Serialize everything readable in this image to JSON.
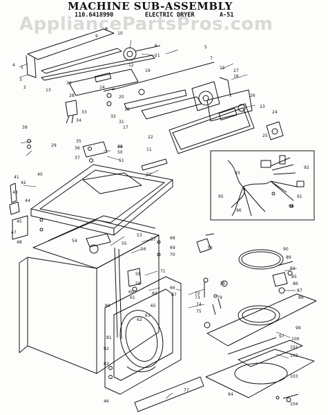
{
  "header": {
    "title": "MACHINE SUB-ASSEMBLY",
    "model_number": "110.6418990",
    "model_type": "ELECTRIC DRYER",
    "page_code": "A-51"
  },
  "watermark": "AppliancePartsPros.com",
  "diagram_labels": [
    {
      "id": "l1",
      "text": "1"
    },
    {
      "id": "l2",
      "text": "2"
    },
    {
      "id": "l3",
      "text": "3"
    },
    {
      "id": "l4",
      "text": "4"
    },
    {
      "id": "l5",
      "text": "5"
    },
    {
      "id": "l6",
      "text": "6"
    },
    {
      "id": "l7",
      "text": "7"
    },
    {
      "id": "l8",
      "text": "8"
    },
    {
      "id": "l9",
      "text": "9"
    },
    {
      "id": "l10",
      "text": "10"
    },
    {
      "id": "l11",
      "text": "11"
    },
    {
      "id": "l12",
      "text": "12"
    },
    {
      "id": "l13",
      "text": "13"
    },
    {
      "id": "l14",
      "text": "14"
    },
    {
      "id": "l15",
      "text": "15"
    },
    {
      "id": "l16",
      "text": "16"
    },
    {
      "id": "l17",
      "text": "17"
    },
    {
      "id": "l18",
      "text": "18"
    },
    {
      "id": "l19",
      "text": "19"
    },
    {
      "id": "l20",
      "text": "20"
    },
    {
      "id": "l21",
      "text": "21"
    },
    {
      "id": "l22",
      "text": "22"
    },
    {
      "id": "l23",
      "text": "23"
    },
    {
      "id": "l24",
      "text": "24"
    },
    {
      "id": "l25",
      "text": "25"
    },
    {
      "id": "l26",
      "text": "26"
    },
    {
      "id": "l27",
      "text": "27"
    },
    {
      "id": "l28",
      "text": "28"
    },
    {
      "id": "l29",
      "text": "29"
    },
    {
      "id": "l30",
      "text": "30"
    },
    {
      "id": "l31",
      "text": "31"
    },
    {
      "id": "l32",
      "text": "32"
    },
    {
      "id": "l33",
      "text": "33"
    },
    {
      "id": "l34",
      "text": "34"
    },
    {
      "id": "l35",
      "text": "35"
    },
    {
      "id": "l36",
      "text": "36"
    },
    {
      "id": "l37",
      "text": "37"
    },
    {
      "id": "l38",
      "text": "38"
    },
    {
      "id": "l39",
      "text": "39"
    },
    {
      "id": "l40",
      "text": "40"
    },
    {
      "id": "l41",
      "text": "41"
    },
    {
      "id": "l42",
      "text": "42"
    },
    {
      "id": "l43",
      "text": "43"
    },
    {
      "id": "l44",
      "text": "44"
    },
    {
      "id": "l45",
      "text": "45"
    },
    {
      "id": "l46",
      "text": "46"
    },
    {
      "id": "l47",
      "text": "47"
    },
    {
      "id": "l48",
      "text": "48"
    },
    {
      "id": "l49",
      "text": "49"
    },
    {
      "id": "l50",
      "text": "50"
    },
    {
      "id": "l51",
      "text": "51"
    },
    {
      "id": "l52",
      "text": "52"
    },
    {
      "id": "l53",
      "text": "53"
    },
    {
      "id": "l54",
      "text": "54"
    },
    {
      "id": "l55",
      "text": "55"
    },
    {
      "id": "l56",
      "text": "56"
    },
    {
      "id": "l57",
      "text": "57"
    },
    {
      "id": "l58",
      "text": "58"
    },
    {
      "id": "l59",
      "text": "59"
    },
    {
      "id": "l60",
      "text": "60"
    },
    {
      "id": "l61",
      "text": "61"
    },
    {
      "id": "l62",
      "text": "62"
    },
    {
      "id": "l63",
      "text": "63"
    },
    {
      "id": "l64",
      "text": "64"
    },
    {
      "id": "l65",
      "text": "65"
    },
    {
      "id": "l66",
      "text": "66"
    },
    {
      "id": "l67",
      "text": "67"
    },
    {
      "id": "l68",
      "text": "68"
    },
    {
      "id": "l69",
      "text": "69"
    },
    {
      "id": "l70",
      "text": "70"
    },
    {
      "id": "l71",
      "text": "71"
    },
    {
      "id": "l72",
      "text": "72"
    },
    {
      "id": "l73",
      "text": "73"
    },
    {
      "id": "l74",
      "text": "74"
    },
    {
      "id": "l75",
      "text": "75"
    },
    {
      "id": "l76",
      "text": "76"
    },
    {
      "id": "l77",
      "text": "77"
    },
    {
      "id": "l78",
      "text": "78"
    },
    {
      "id": "l79",
      "text": "79"
    },
    {
      "id": "l80",
      "text": "80"
    },
    {
      "id": "l81",
      "text": "81"
    },
    {
      "id": "l82",
      "text": "82"
    },
    {
      "id": "l83",
      "text": "83"
    },
    {
      "id": "l84",
      "text": "84"
    },
    {
      "id": "l85",
      "text": "85"
    },
    {
      "id": "l86",
      "text": "86"
    },
    {
      "id": "l87",
      "text": "87"
    },
    {
      "id": "l88",
      "text": "88"
    },
    {
      "id": "l89",
      "text": "89"
    },
    {
      "id": "l90",
      "text": "90"
    },
    {
      "id": "l91",
      "text": "91"
    },
    {
      "id": "l92",
      "text": "92"
    },
    {
      "id": "l93",
      "text": "93"
    },
    {
      "id": "l94",
      "text": "94"
    },
    {
      "id": "l95",
      "text": "95"
    },
    {
      "id": "l96",
      "text": "96"
    },
    {
      "id": "l97",
      "text": "97"
    },
    {
      "id": "l98",
      "text": "98"
    },
    {
      "id": "l99",
      "text": "99"
    },
    {
      "id": "l100",
      "text": "100"
    },
    {
      "id": "l101",
      "text": "101"
    },
    {
      "id": "l102",
      "text": "102"
    },
    {
      "id": "l103",
      "text": "103"
    },
    {
      "id": "l104",
      "text": "104"
    }
  ]
}
